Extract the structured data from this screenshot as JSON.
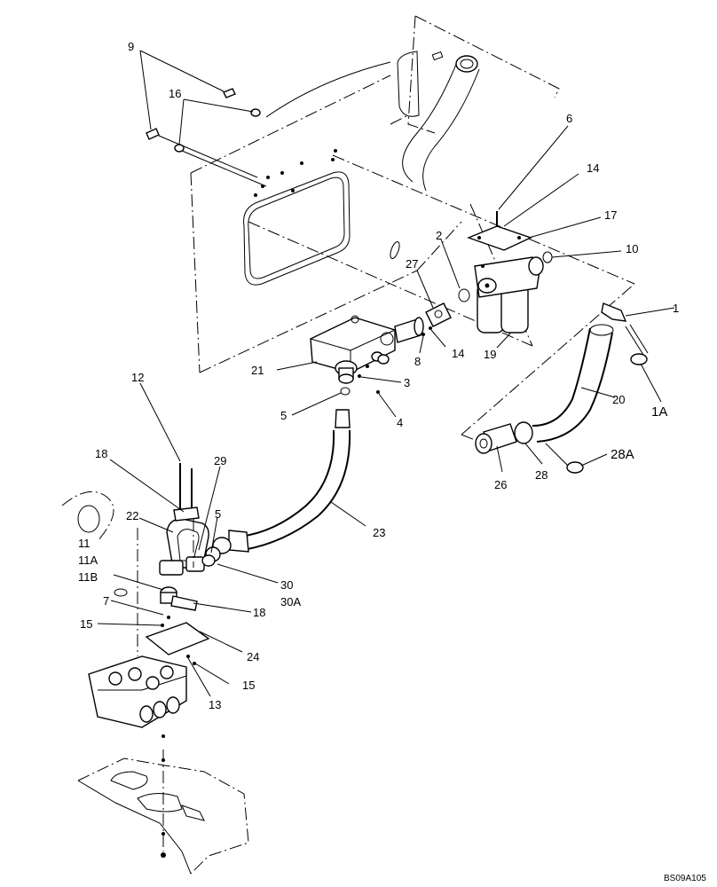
{
  "labels": {
    "l9": "9",
    "l16": "16",
    "l6": "6",
    "l14a": "14",
    "l17": "17",
    "l2": "2",
    "l10": "10",
    "l27": "27",
    "l1": "1",
    "l8": "8",
    "l14b": "14",
    "l19": "19",
    "l21": "21",
    "l3": "3",
    "l5a": "5",
    "l4": "4",
    "l20": "20",
    "l1A": "1A",
    "l12": "12",
    "l28A": "28A",
    "l18a": "18",
    "l29": "29",
    "l26": "26",
    "l28": "28",
    "l22": "22",
    "l5b": "5",
    "l23": "23",
    "l11": "11",
    "l11A": "11A",
    "l11B": "11B",
    "l30": "30",
    "l30A": "30A",
    "l7": "7",
    "l18b": "18",
    "l15a": "15",
    "l24": "24",
    "l15b": "15",
    "l13": "13"
  },
  "drawing_code": "BS09A105"
}
